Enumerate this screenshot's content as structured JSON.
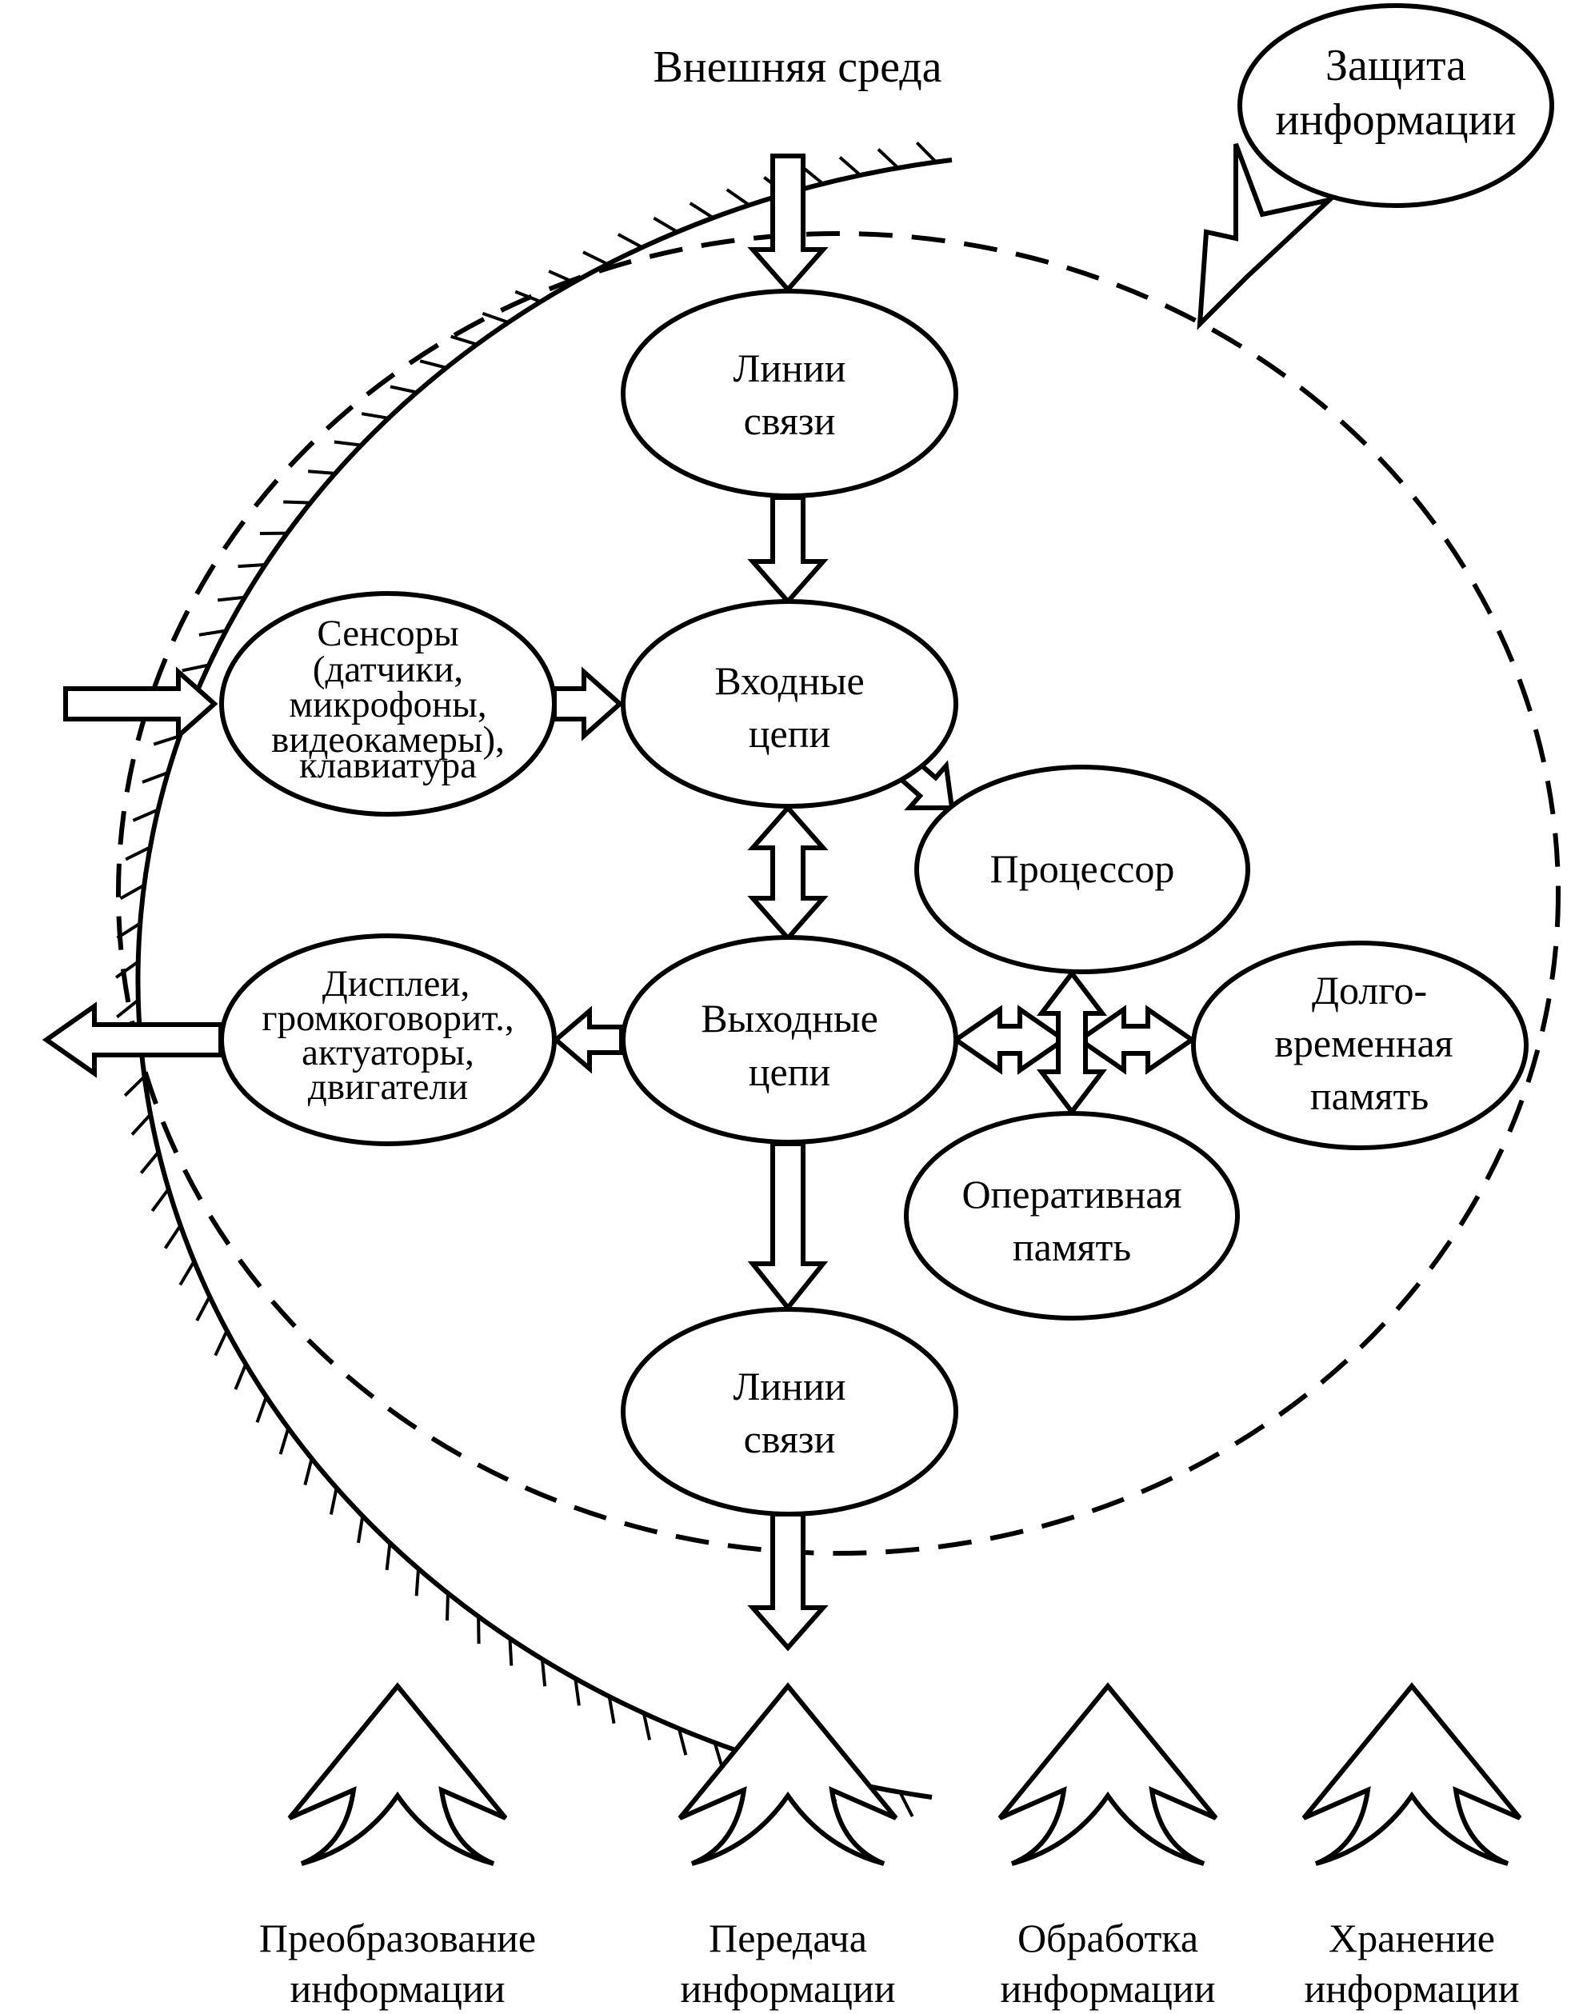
{
  "diagram": {
    "environment_label": "Внешняя среда",
    "protection": {
      "line1": "Защита",
      "line2": "информации"
    },
    "nodes": {
      "comm_in": {
        "line1": "Линии",
        "line2": "связи"
      },
      "input_circuits": {
        "line1": "Входные",
        "line2": "цепи"
      },
      "sensors": {
        "line1": "Сенсоры",
        "line2": "(датчики,",
        "line3": "микрофоны,",
        "line4": "видеокамеры),",
        "line5": "клавиатура"
      },
      "processor": {
        "line1": "Процессор"
      },
      "output_circuits": {
        "line1": "Выходные",
        "line2": "цепи"
      },
      "displays": {
        "line1": "Дисплеи,",
        "line2": "громкоговорит.,",
        "line3": "актуаторы,",
        "line4": "двигатели"
      },
      "long_term_memory": {
        "line1": "Долго-",
        "line2": "временная",
        "line3": "память"
      },
      "ram": {
        "line1": "Оперативная",
        "line2": "память"
      },
      "comm_out": {
        "line1": "Линии",
        "line2": "связи"
      }
    },
    "functions": [
      {
        "line1": "Преобразование",
        "line2": "информации"
      },
      {
        "line1": "Передача",
        "line2": "информации"
      },
      {
        "line1": "Обработка",
        "line2": "информации"
      },
      {
        "line1": "Хранение",
        "line2": "информации"
      }
    ]
  },
  "colors": {
    "stroke": "#000000",
    "background": "#ffffff"
  }
}
